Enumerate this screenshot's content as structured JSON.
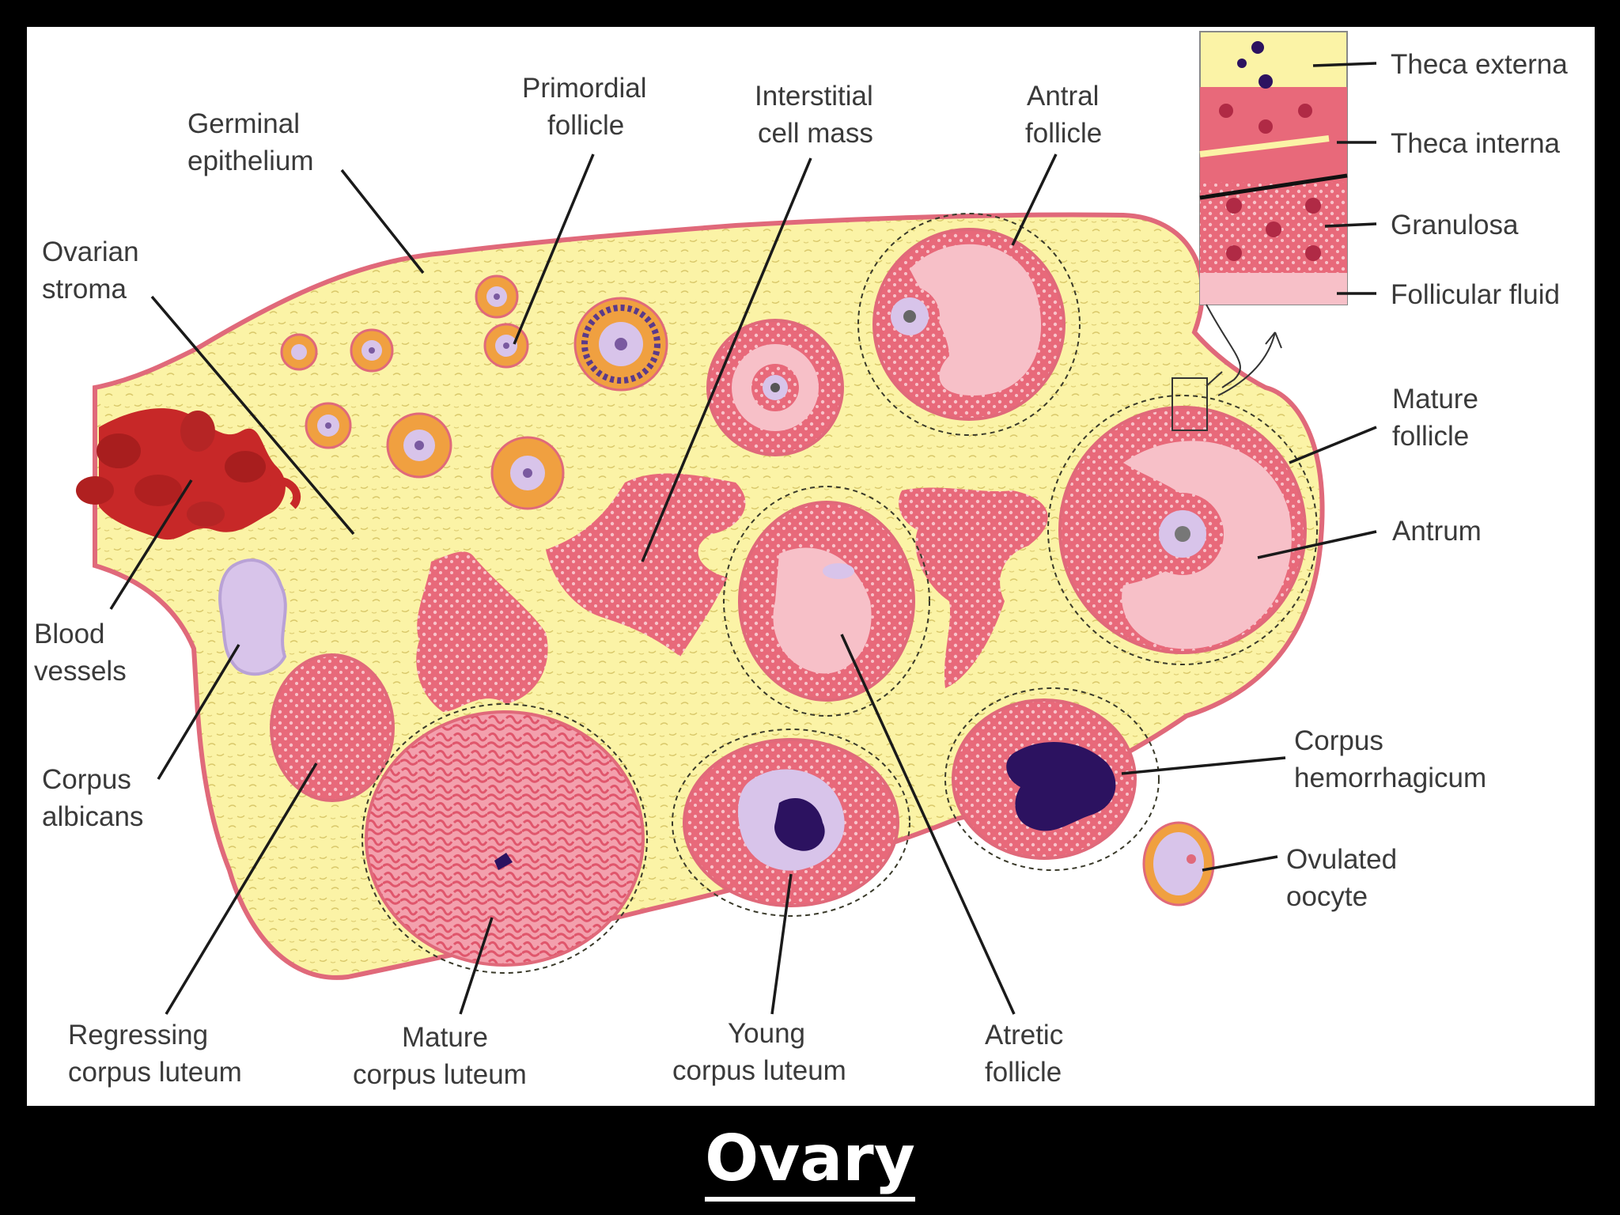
{
  "labels": {
    "germinal_epithelium": [
      "Germinal",
      "epithelium"
    ],
    "primordial_follicle": [
      "Primordial",
      "follicle"
    ],
    "interstitial_cell_mass": [
      "Interstitial",
      "cell mass"
    ],
    "antral_follicle": [
      "Antral",
      "follicle"
    ],
    "ovarian_stroma": [
      "Ovarian",
      "stroma"
    ],
    "blood_vessels": [
      "Blood",
      "vessels"
    ],
    "corpus_albicans": [
      "Corpus",
      "albicans"
    ],
    "regressing_corpus_luteum": [
      "Regressing",
      "corpus luteum"
    ],
    "mature_corpus_luteum": [
      "Mature",
      "corpus luteum"
    ],
    "young_corpus_luteum": [
      "Young",
      "corpus luteum"
    ],
    "atretic_follicle": [
      "Atretic",
      "follicle"
    ],
    "mature_follicle": [
      "Mature",
      "follicle"
    ],
    "antrum": [
      "Antrum"
    ],
    "corpus_hemorrhagicum": [
      "Corpus",
      "hemorrhagicum"
    ],
    "ovulated_oocyte": [
      "Ovulated",
      "oocyte"
    ]
  },
  "inset_labels": {
    "theca_externa": "Theca externa",
    "theca_interna": "Theca interna",
    "granulosa": "Granulosa",
    "follicular_fluid": "Follicular fluid"
  },
  "caption": "Ovary",
  "colors": {
    "stroma": "#fbf3a6",
    "tissue": "#e8697a",
    "tissue_light": "#f5b3bd",
    "fluid": "#f7c0c8",
    "oocyte": "#d8c4ea",
    "blood": "#c72828",
    "dark_clot": "#2c1260"
  }
}
